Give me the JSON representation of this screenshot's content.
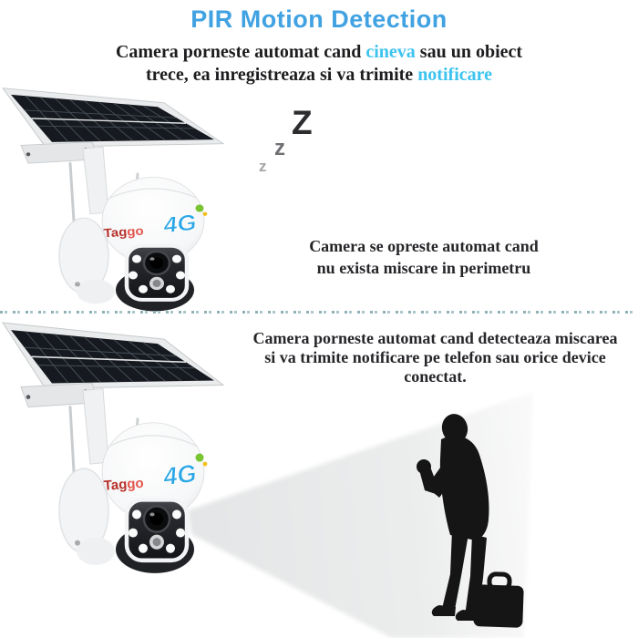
{
  "header": {
    "title": "PIR Motion Detection",
    "title_color": "#41a2e2"
  },
  "intro": {
    "line1_pre": "Camera porneste automat  cand ",
    "line1_highlight": "cineva",
    "line1_post": " sau un obiect",
    "line2_pre": "trece, ea inregistreaza si va trimite ",
    "line2_highlight": "notificare",
    "highlight_color": "#3cc3ef",
    "text_color": "#1d1d1f"
  },
  "sleep_section": {
    "zzz": {
      "large": "Z",
      "medium": "z",
      "small": "z"
    },
    "caption_line1": "Camera se opreste automat cand",
    "caption_line2": "nu exista miscare in perimetru"
  },
  "active_section": {
    "caption_line1": "Camera porneste automat cand detecteaza miscarea",
    "caption_line2": "si va trimite notificare pe telefon sau orice device",
    "caption_line3": "conectat."
  },
  "camera": {
    "brand_part1": "Tag",
    "brand_part2": "go",
    "badge": "4G",
    "brand_color": "#b6312b",
    "brand_color_2": "#e2554b",
    "badge_color": "#2aa6e6"
  },
  "colors": {
    "detection_cone": "#e9eaea",
    "silhouette": "#151515",
    "divider_dashes": "#9bb9bd",
    "solar_cells": "#161a20"
  }
}
